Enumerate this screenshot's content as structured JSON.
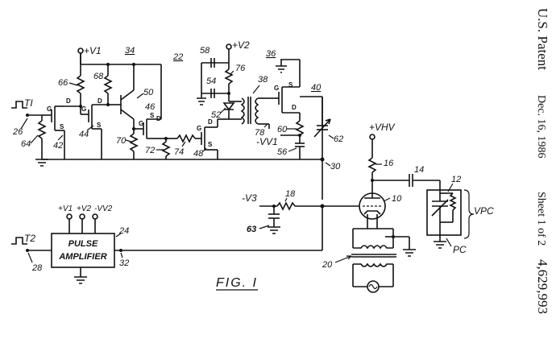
{
  "header": {
    "title": "U.S. Patent",
    "date": "Dec. 16, 1986",
    "sheet": "Sheet 1 of 2",
    "patent_number": "4,629,993"
  },
  "figure": {
    "caption": "FIG. I"
  },
  "labels": {
    "t1": "TI",
    "t2": "T2",
    "n26": "26",
    "n64": "64",
    "n42": "42",
    "n44": "44",
    "n66": "66",
    "n68": "68",
    "n50": "50",
    "n34": "34",
    "n22": "22",
    "n46": "46",
    "n70": "70",
    "n72": "72",
    "n74": "74",
    "n48": "48",
    "n58": "58",
    "n54": "54",
    "n52": "52",
    "n76": "76",
    "n38": "38",
    "n36": "36",
    "n40": "40",
    "n78": "78",
    "n60": "60",
    "n56": "56",
    "n62": "62",
    "n30": "30",
    "n16": "16",
    "n14": "14",
    "n12": "12",
    "n10": "10",
    "n18": "18",
    "n63": "63",
    "n20": "20",
    "n24": "24",
    "n28": "28",
    "n32": "32",
    "pc": "PC",
    "vpc": "VPC",
    "v1": "+V1",
    "v2": "+V2",
    "vhv": "+VHV",
    "mv1": "-VV1",
    "mv3": "-V3",
    "amp_v1": "+V1",
    "amp_v2": "+V2",
    "amp_vv2": "-VV2"
  },
  "pulse_amplifier": {
    "line1": "PULSE",
    "line2": "AMPLIFIER"
  }
}
